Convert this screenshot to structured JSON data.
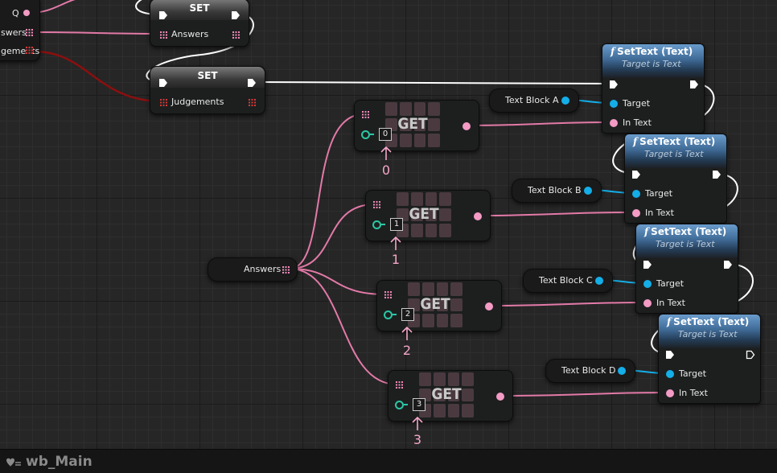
{
  "blueprint": {
    "title": "wb_Main"
  },
  "vars_partial": {
    "q": "Q",
    "answers": "swers",
    "judgements": "gements"
  },
  "set_nodes": [
    {
      "title": "SET",
      "pin": "Answers"
    },
    {
      "title": "SET",
      "pin": "Judgements"
    }
  ],
  "answers_var": {
    "label": "Answers"
  },
  "get_nodes": [
    {
      "title": "GET",
      "index": "0",
      "annotation": "0"
    },
    {
      "title": "GET",
      "index": "1",
      "annotation": "1"
    },
    {
      "title": "GET",
      "index": "2",
      "annotation": "2"
    },
    {
      "title": "GET",
      "index": "3",
      "annotation": "3"
    }
  ],
  "text_blocks": [
    "Text Block A",
    "Text Block B",
    "Text Block C",
    "Text Block D"
  ],
  "settext_nodes": [
    {
      "icon": "f",
      "title": "SetText (Text)",
      "subtitle": "Target is Text",
      "target": "Target",
      "in_text": "In Text"
    },
    {
      "icon": "f",
      "title": "SetText (Text)",
      "subtitle": "Target is Text",
      "target": "Target",
      "in_text": "In Text"
    },
    {
      "icon": "f",
      "title": "SetText (Text)",
      "subtitle": "Target is Text",
      "target": "Target",
      "in_text": "In Text"
    },
    {
      "icon": "f",
      "title": "SetText (Text)",
      "subtitle": "Target is Text",
      "target": "Target",
      "in_text": "In Text"
    }
  ],
  "colors": {
    "exec": "#ffffff",
    "array_pin": "#f28ab8",
    "array_wire": "#e37aa8",
    "judgement_pin": "#d43838",
    "judgement_wire": "#8b0f0f",
    "object_pin": "#14aee8",
    "text_pin": "#f39bc4",
    "function_header": "#4a7fb5",
    "annotation": "#f4a6c8"
  }
}
